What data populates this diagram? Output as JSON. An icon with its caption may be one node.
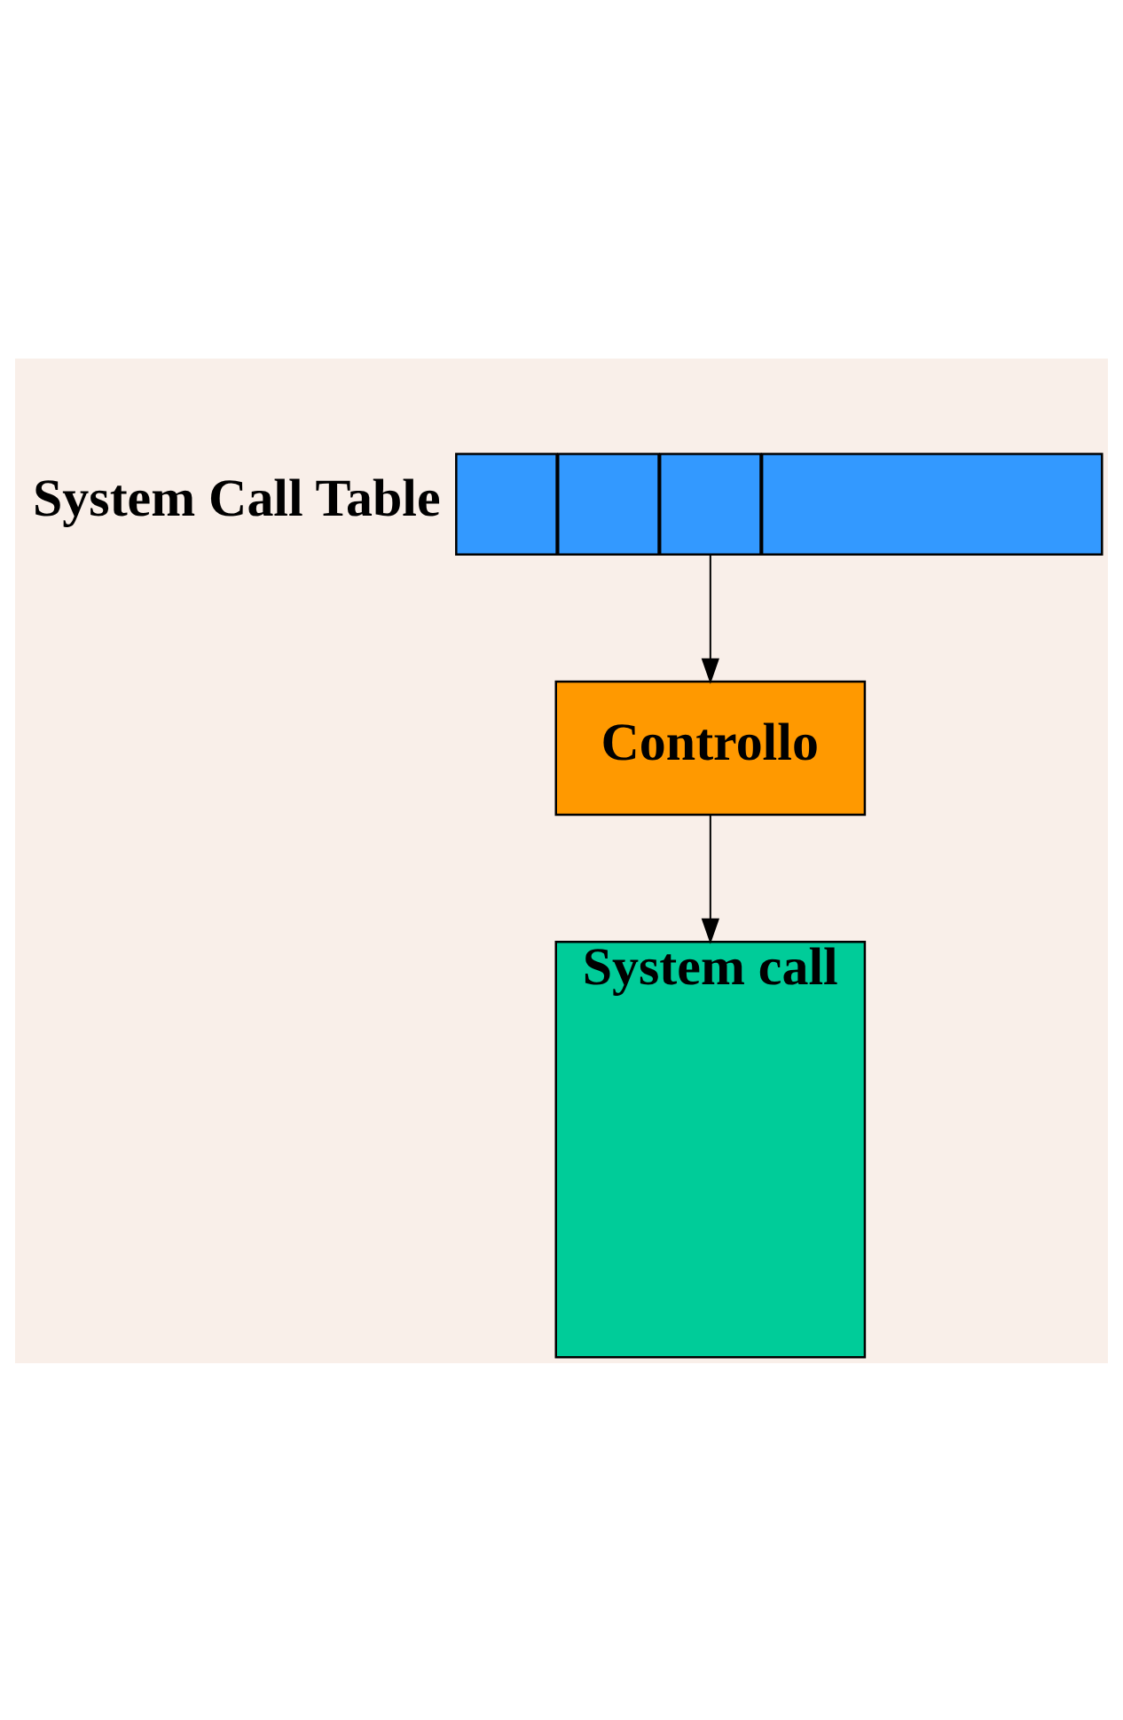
{
  "diagram": {
    "nodes": [
      {
        "text": [],
        "shape": "box"
      },
      {
        "text": [],
        "shape": "box"
      },
      {
        "text": [],
        "shape": "box"
      },
      {
        "text": [],
        "shape": "box"
      },
      {
        "text": [
          "Controllo"
        ]
      },
      {
        "text": [
          "System call"
        ]
      }
    ],
    "edges": [
      {
        "from": 2,
        "to": 4,
        "arrow": "to"
      },
      {
        "from": 4,
        "to": 5,
        "arrow": "to"
      }
    ],
    "labels": [
      "System Call Table"
    ]
  }
}
